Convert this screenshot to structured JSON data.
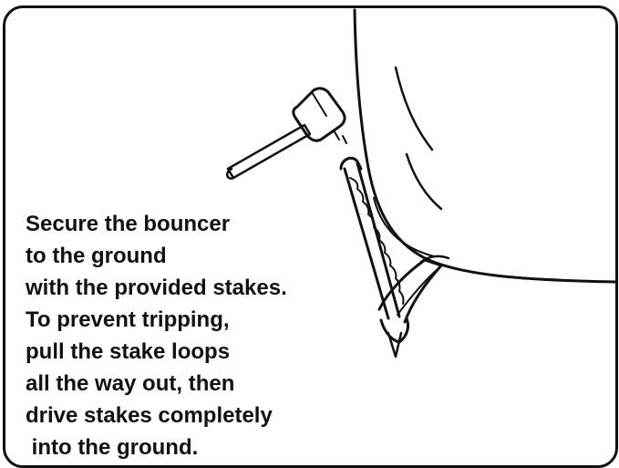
{
  "instructions": [
    "Secure the bouncer",
    "to the ground",
    "with the provided stakes.",
    "To prevent tripping,",
    "pull the stake loops",
    "all the way out, then",
    "drive stakes completely",
    " into the ground."
  ],
  "colors": {
    "line": "#111111",
    "background": "#ffffff"
  }
}
